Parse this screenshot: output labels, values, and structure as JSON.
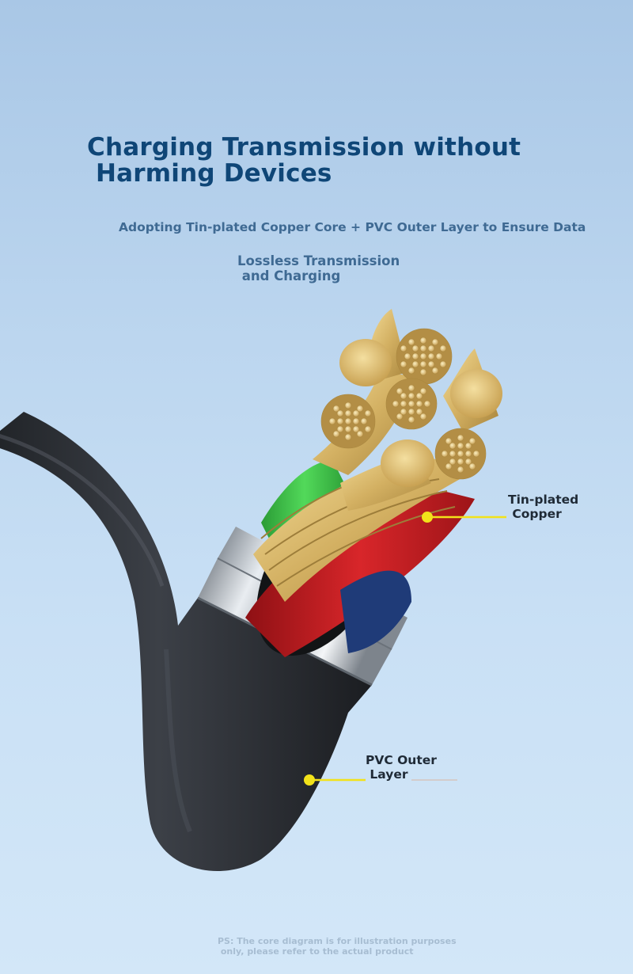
{
  "headline": "Charging Transmission without\n Harming Devices",
  "subheading_line1": "Adopting Tin-plated Copper Core + PVC Outer Layer to Ensure Data",
  "subheading_line2": "Lossless Transmission\n and Charging",
  "callouts": {
    "copper": "Tin-plated\n Copper",
    "pvc": "PVC Outer\n Layer"
  },
  "footnote": "PS: The core diagram is for illustration purposes\n only, please refer to the actual product",
  "colors": {
    "headline": "#0f4677",
    "subheading": "#3f6a93",
    "callout_dot": "#f2e21a",
    "cable_jacket": "#2c2f35",
    "wire_red": "#c91f22",
    "wire_green": "#3ec24a",
    "copper_gold": "#d9bb6c"
  }
}
